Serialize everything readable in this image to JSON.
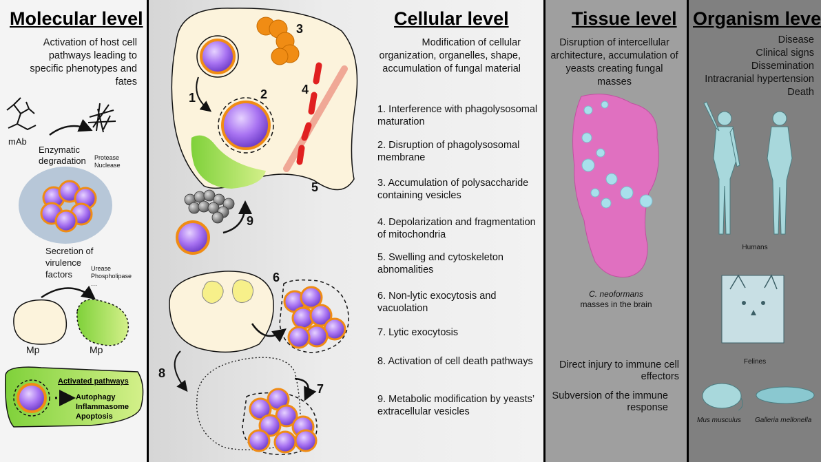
{
  "molecular": {
    "title": "Molecular level",
    "description": "Activation of host cell pathways leading to specific phenotypes and fates",
    "mab_label": "mAb",
    "enzymatic": "Enzymatic degradation",
    "enzymes": "Protease Nuclease",
    "secretion": "Secretion of virulence factors",
    "factors": "Urease Phospholipase …",
    "mp_left": "Mp",
    "mp_right": "Mp",
    "pathways_title": "Activated pathways",
    "pathways": [
      "Autophagy",
      "Inflammasome",
      "Apoptosis"
    ]
  },
  "cellular": {
    "title": "Cellular level",
    "description": "Modification of cellular organization, organelles, shape, accumulation of fungal material",
    "numbers": [
      "1",
      "2",
      "3",
      "4",
      "5",
      "6",
      "7",
      "8",
      "9"
    ],
    "items": [
      "1. Interference with phagolysosomal maturation",
      "2. Disruption of phagolysosomal membrane",
      "3. Accumulation of polysaccharide containing vesicles",
      "4. Depolarization and fragmentation of mitochondria",
      "5. Swelling and cytoskeleton abnomalities",
      "6. Non-lytic exocytosis and vacuolation",
      "7. Lytic exocytosis",
      "8. Activation of cell death pathways",
      "9. Metabolic modification by yeasts’ extracellular vesicles"
    ]
  },
  "tissue": {
    "title": "Tissue level",
    "description": "Disruption of intercellular architecture, accumulation of yeasts creating fungal masses",
    "caption_species": "C. neoformans",
    "caption_rest": "masses in the brain",
    "effects": [
      "Direct injury to immune cell effectors",
      "Subversion of the immune response"
    ]
  },
  "organism": {
    "title": "Organism level",
    "outcomes": [
      "Disease",
      "Clinical signs",
      "Dissemination",
      "Intracranial hypertension",
      "Death"
    ],
    "humans": "Humans",
    "felines": "Felines",
    "mouse": "Mus musculus",
    "moth": "Galleria mellonella"
  },
  "colors": {
    "yeast": "#a070f0",
    "capsule": "#f08c14",
    "cell": "#fcf3dc",
    "green": "#a8e060",
    "mito": "#e02020",
    "tissue": "#e070c0",
    "figure": "#a8d8dc"
  }
}
